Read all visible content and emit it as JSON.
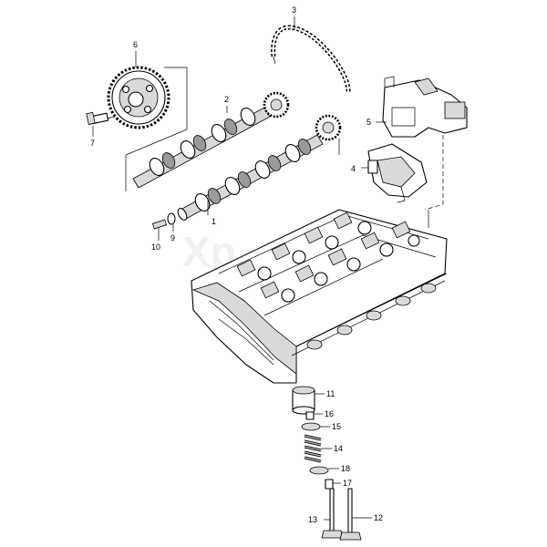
{
  "watermark": "Xp",
  "callouts": [
    {
      "id": "c1",
      "label": "1"
    },
    {
      "id": "c2",
      "label": "2"
    },
    {
      "id": "c3",
      "label": "3"
    },
    {
      "id": "c4",
      "label": "4"
    },
    {
      "id": "c5",
      "label": "5"
    },
    {
      "id": "c6",
      "label": "6"
    },
    {
      "id": "c7",
      "label": "7"
    },
    {
      "id": "c9",
      "label": "9"
    },
    {
      "id": "c10",
      "label": "10"
    },
    {
      "id": "c11",
      "label": "11"
    },
    {
      "id": "c12",
      "label": "12"
    },
    {
      "id": "c13",
      "label": "13"
    },
    {
      "id": "c14",
      "label": "14"
    },
    {
      "id": "c15",
      "label": "15"
    },
    {
      "id": "c16",
      "label": "16"
    },
    {
      "id": "c17",
      "label": "17"
    },
    {
      "id": "c18",
      "label": "18"
    }
  ]
}
